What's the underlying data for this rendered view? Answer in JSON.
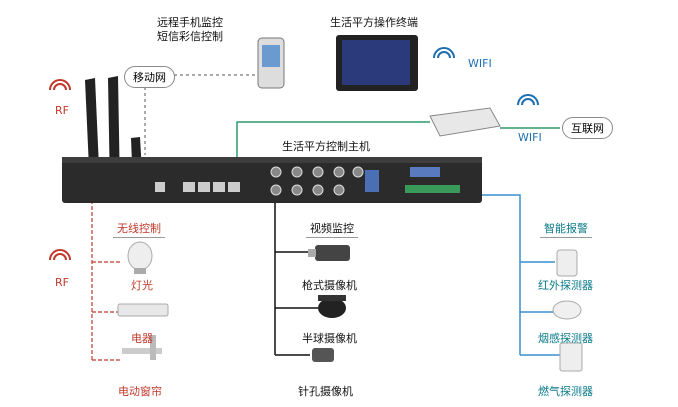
{
  "labels": {
    "remote_mobile": [
      "远程手机监控",
      "短信彩信控制"
    ],
    "mobile_network": "移动网",
    "terminal": "生活平方操作终端",
    "wifi_top": "WIFI",
    "wifi_router": "WIFI",
    "internet": "互联网",
    "host": "生活平方控制主机",
    "rf_top": "RF",
    "rf_left": "RF",
    "wireless_control": "无线控制",
    "lamp": "灯光",
    "appliance": "电器",
    "curtain": "电动窗帘",
    "video_monitor": "视频监控",
    "gun_camera": "枪式摄像机",
    "dome_camera": "半球摄像机",
    "pinhole_camera": "针孔摄像机",
    "smart_alarm": "智能报警",
    "infrared": "红外探测器",
    "smoke": "烟感探测器",
    "gas": "燃气探测器"
  },
  "colors": {
    "rf_red": "#c0392b",
    "wifi_blue": "#1e6fb0",
    "line_green": "#2e9a6a",
    "line_red": "#c0392b",
    "line_black": "#111111",
    "line_blue": "#3a8fd0"
  }
}
